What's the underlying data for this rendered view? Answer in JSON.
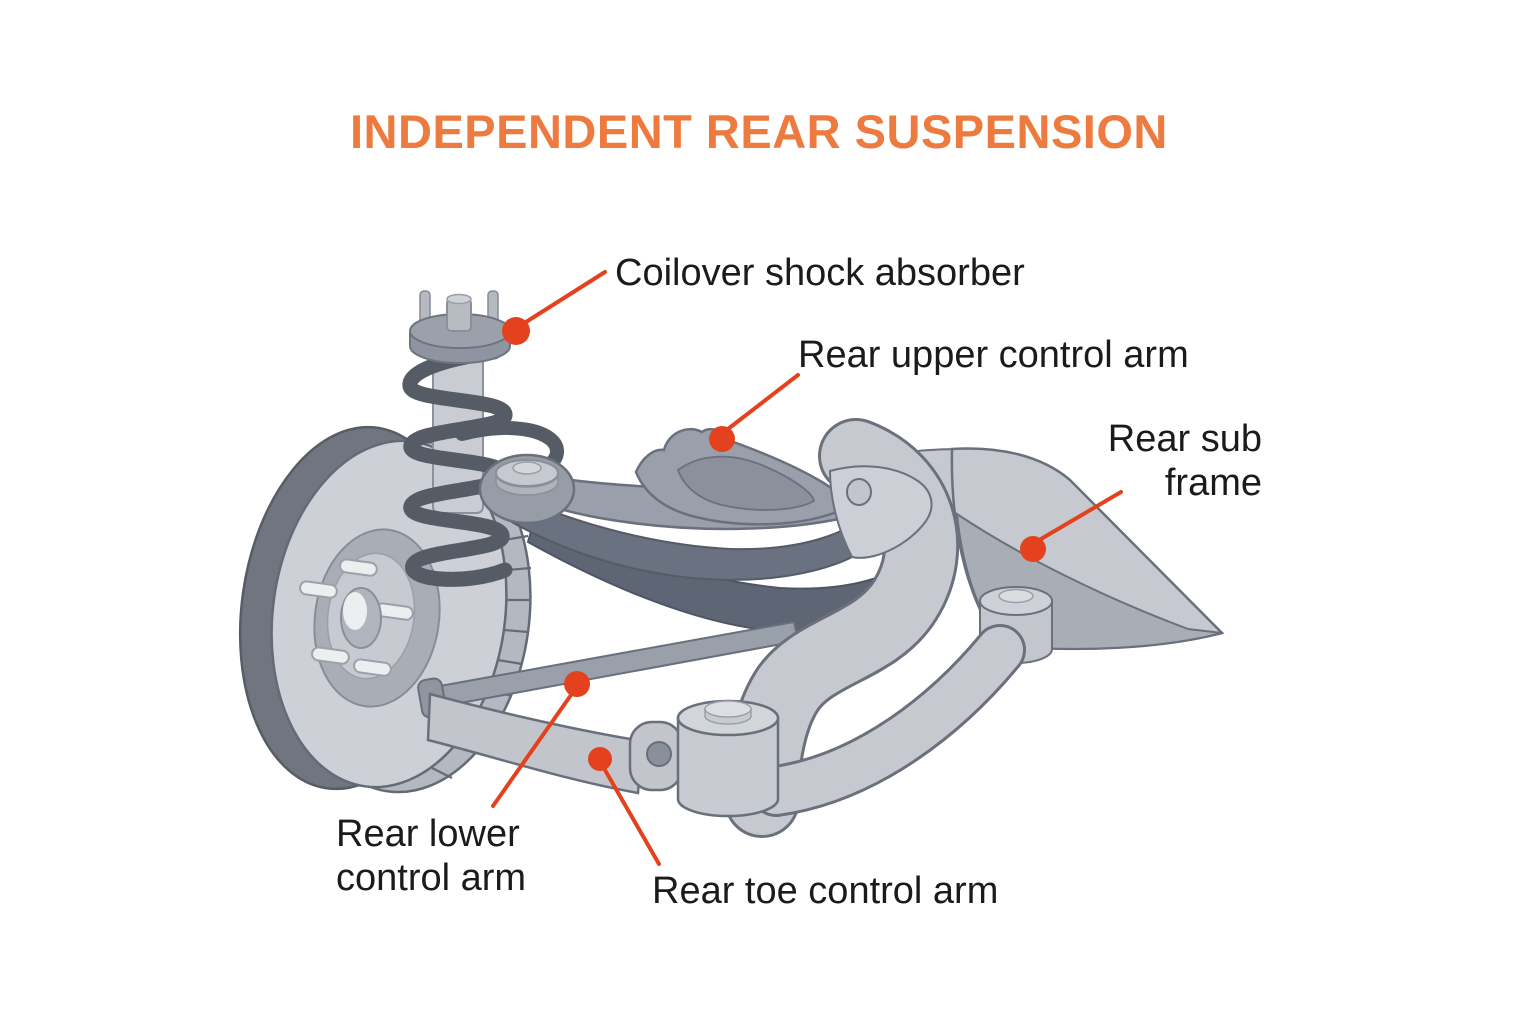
{
  "title": {
    "text": "INDEPENDENT REAR SUSPENSION",
    "color": "#ED7A3E"
  },
  "labels": {
    "coilover": "Coilover shock absorber",
    "upper": "Rear upper control arm",
    "subframe_line1": "Rear sub",
    "subframe_line2": "frame",
    "lower_line1": "Rear lower",
    "lower_line2": "control arm",
    "toe": "Rear toe control arm"
  },
  "colors": {
    "accent_title": "#ED7A3E",
    "marker": "#E4411E",
    "leader_line": "#E4411E",
    "label_text": "#1B1B1B",
    "part_light": "#C8CBD1",
    "part_medium": "#9AA0AB",
    "part_dark_slate": "#5E6574",
    "outline": "#6A707C",
    "background": "#FFFFFF"
  }
}
